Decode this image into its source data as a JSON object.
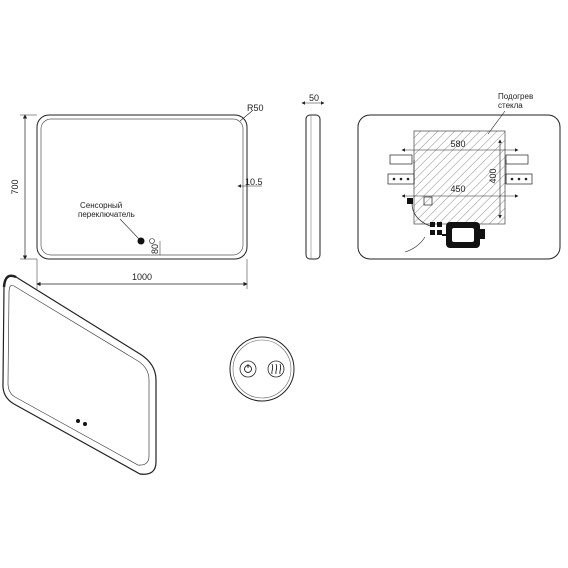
{
  "front_view": {
    "width_label": "1000",
    "height_label": "700",
    "radius_label": "R50",
    "inset_label": "10.5",
    "switch_label_line1": "Сенсорный",
    "switch_label_line2": "переключатель",
    "switch_offset_label": "80"
  },
  "side_view": {
    "depth_label": "50"
  },
  "back_view": {
    "heater_label_line1": "Подогрев",
    "heater_label_line2": "стекла",
    "heater_width_label": "580",
    "heater_height_label": "400",
    "mount_spacing_label": "450"
  },
  "icons": [
    "power-icon",
    "defog-icon"
  ],
  "colors": {
    "line": "#222222",
    "hatch": "#8a8a8a",
    "accent": "#000000"
  }
}
